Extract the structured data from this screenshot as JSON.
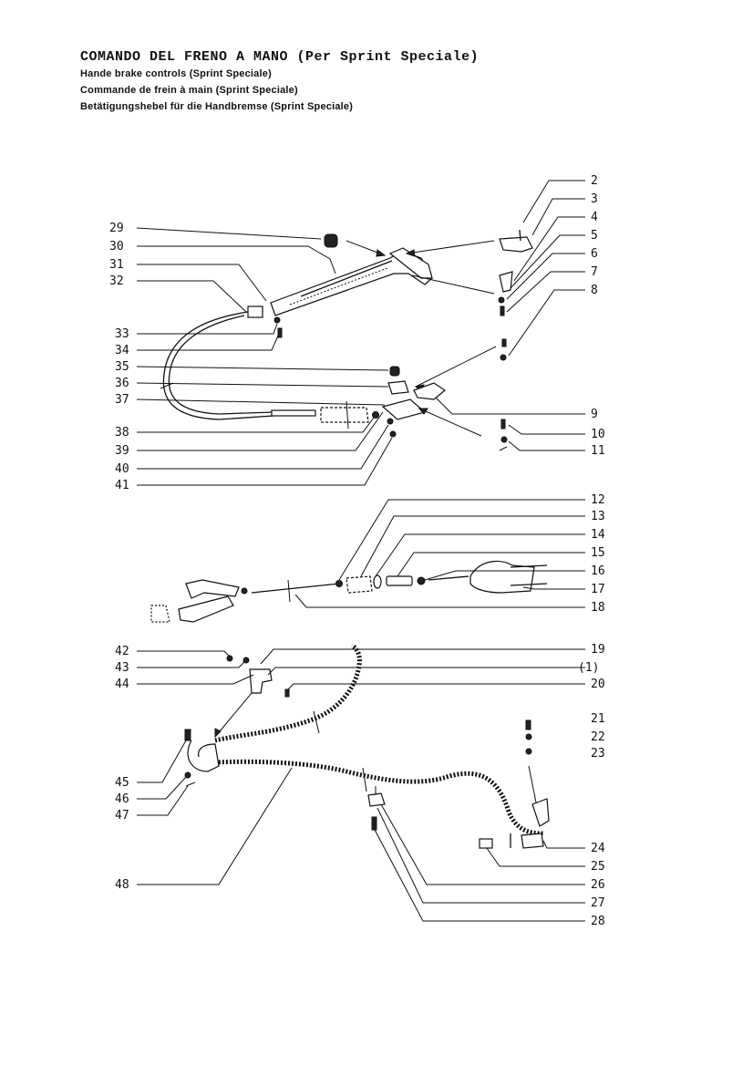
{
  "header": {
    "title": "COMANDO DEL FRENO A MANO (Per Sprint Speciale)",
    "lines": [
      "Hande brake controls (Sprint Speciale)",
      "Commande de frein à main (Sprint Speciale)",
      "Betätigungshebel für die Handbremse (Sprint Speciale)"
    ]
  },
  "callouts": {
    "n2": "2",
    "n3": "3",
    "n4": "4",
    "n5": "5",
    "n6": "6",
    "n7": "7",
    "n8": "8",
    "n9": "9",
    "n10": "10",
    "n11": "11",
    "n12": "12",
    "n13": "13",
    "n14": "14",
    "n15": "15",
    "n16": "16",
    "n17": "17",
    "n18": "18",
    "n19": "19",
    "n19b": "(1)",
    "n20": "20",
    "n21": "21",
    "n22": "22",
    "n23": "23",
    "n24": "24",
    "n25": "25",
    "n26": "26",
    "n27": "27",
    "n28": "28",
    "n29": "29",
    "n30": "30",
    "n31": "31",
    "n32": "32",
    "n33": "33",
    "n34": "34",
    "n35": "35",
    "n36": "36",
    "n37": "37",
    "n38": "38",
    "n39": "39",
    "n40": "40",
    "n41": "41",
    "n42": "42",
    "n43": "43",
    "n44": "44",
    "n45": "45",
    "n46": "46",
    "n47": "47",
    "n48": "48"
  }
}
